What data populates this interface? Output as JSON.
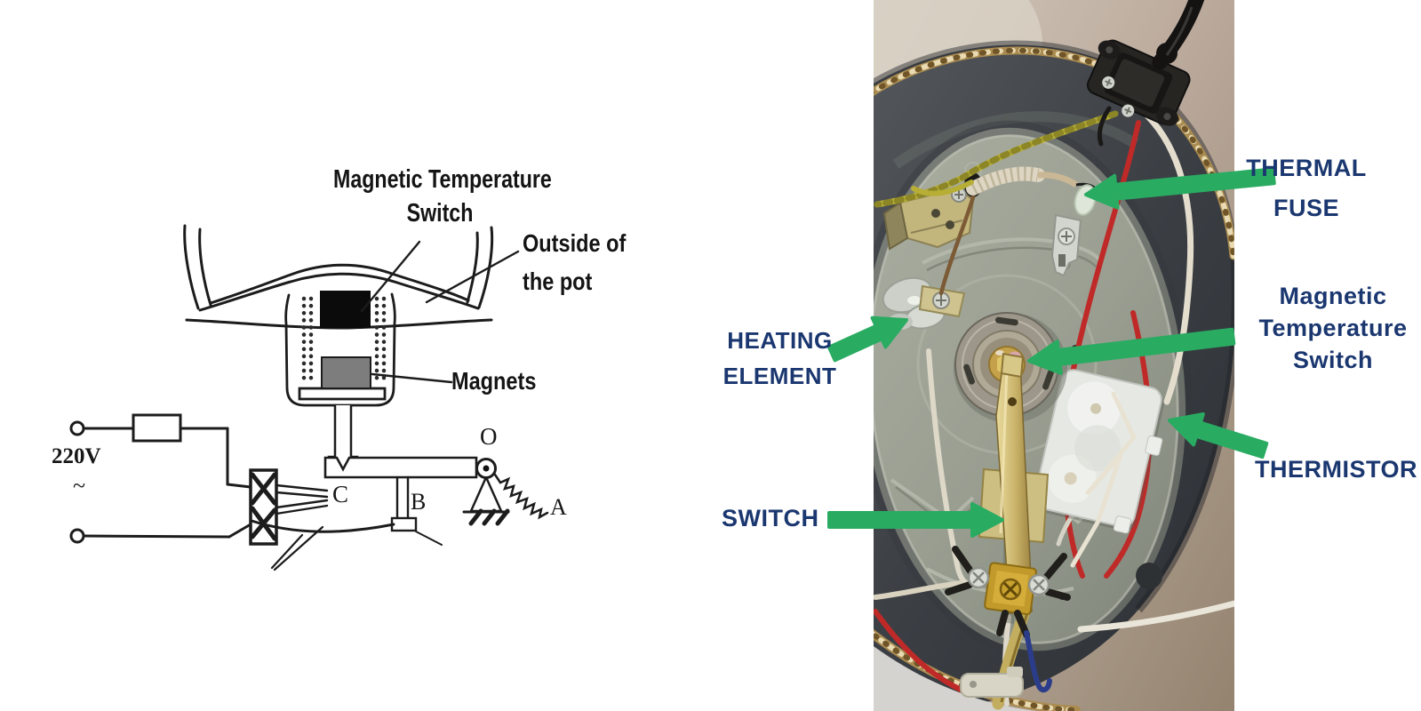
{
  "schematic": {
    "title_line1": "Magnetic Temperature",
    "title_line2": "Switch",
    "outside_line1": "Outside of",
    "outside_line2": "the pot",
    "magnets_label": "Magnets",
    "voltage_label": "220V",
    "ac_symbol": "~",
    "points": {
      "c": "C",
      "b": "B",
      "o": "O",
      "a": "A"
    }
  },
  "photo": {
    "labels": {
      "thermal_fuse_l1": "THERMAL",
      "thermal_fuse_l2": "FUSE",
      "heating_l1": "HEATING",
      "heating_l2": "ELEMENT",
      "mts_l1": "Magnetic",
      "mts_l2": "Temperature",
      "mts_l3": "Switch",
      "thermistor": "THERMISTOR",
      "switch": "SWITCH"
    },
    "colors": {
      "label_navy": "#1b3770",
      "arrow_green": "#2aab62"
    }
  }
}
